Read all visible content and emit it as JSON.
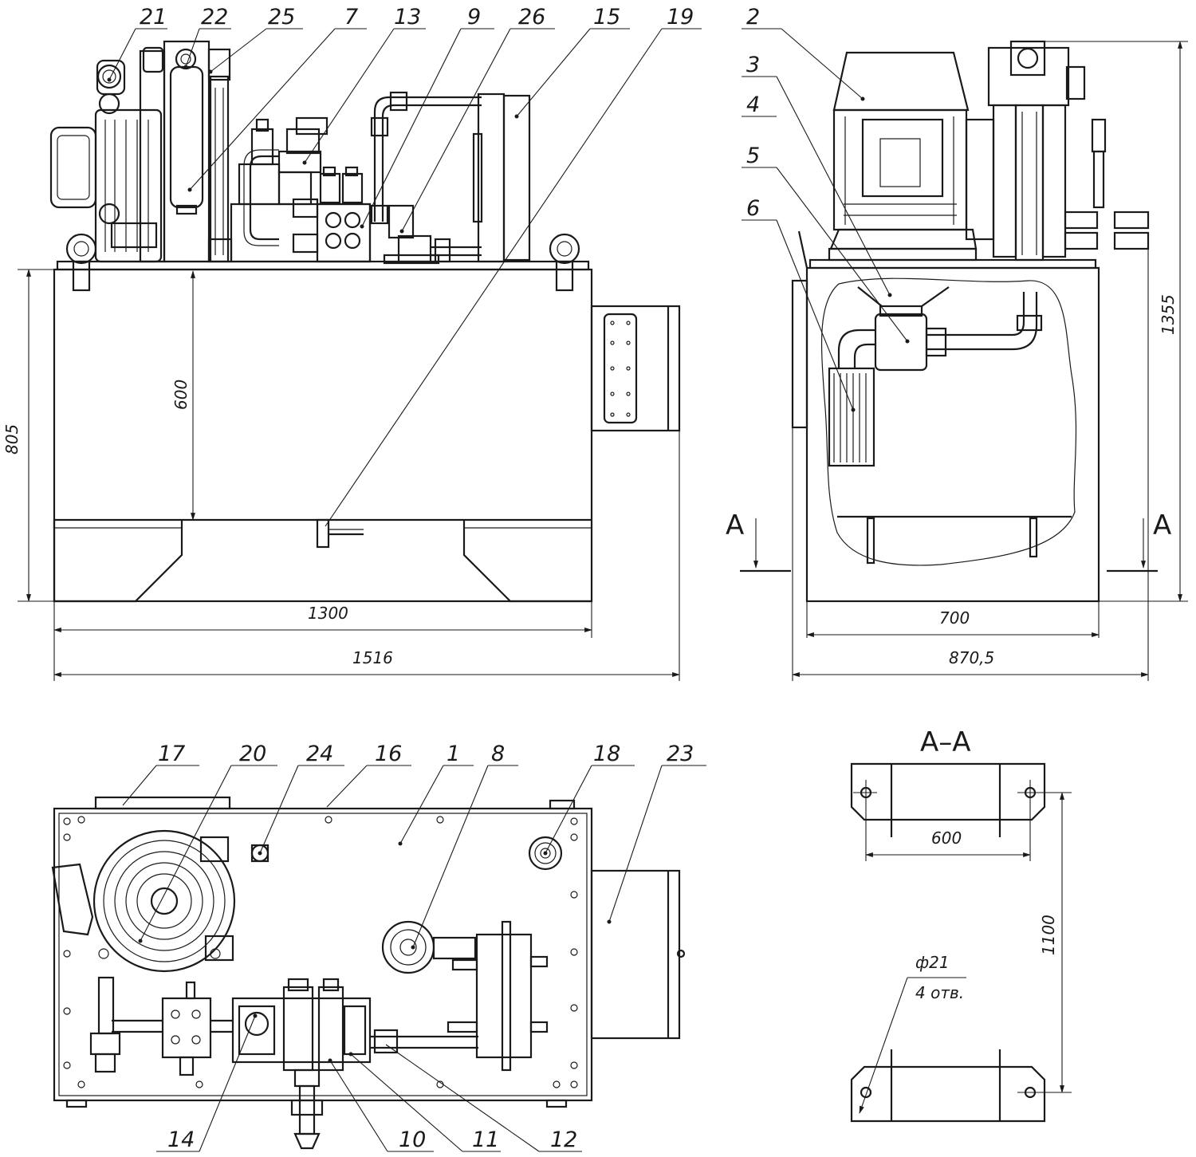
{
  "figure": {
    "section_title": "A–A",
    "section_marker": "A"
  },
  "callouts": {
    "front": [
      "21",
      "22",
      "25",
      "7",
      "13",
      "9",
      "26",
      "15",
      "19"
    ],
    "side": [
      "2",
      "3",
      "4",
      "5",
      "6"
    ],
    "top_upper": [
      "17",
      "20",
      "24",
      "16",
      "1",
      "8",
      "18",
      "23"
    ],
    "top_lower": [
      "14",
      "10",
      "11",
      "12"
    ]
  },
  "dimensions": {
    "front_height": "805",
    "tank_height": "600",
    "tank_length": "1300",
    "total_length": "1516",
    "total_height": "1355",
    "tank_width": "700",
    "total_width": "870,5",
    "hole_spacing_x": "600",
    "hole_spacing_y": "1100",
    "hole_diameter": "ф21",
    "hole_count": "4 отв."
  }
}
